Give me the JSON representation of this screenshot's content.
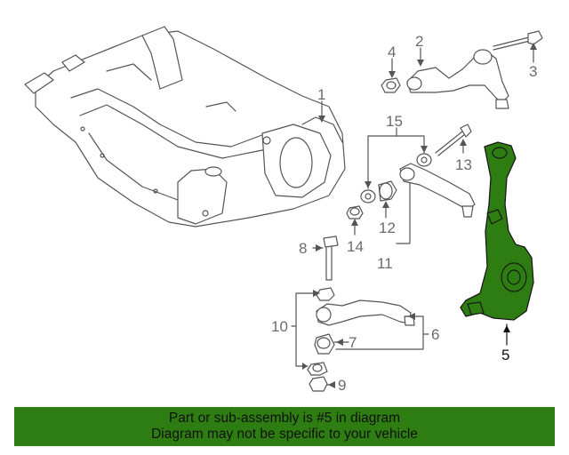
{
  "callouts": {
    "c1": "1",
    "c2": "2",
    "c3": "3",
    "c4": "4",
    "c5": "5",
    "c6": "6",
    "c7": "7",
    "c8": "8",
    "c9": "9",
    "c10": "10",
    "c11": "11",
    "c12": "12",
    "c13": "13",
    "c14": "14",
    "c15": "15"
  },
  "highlighted_part": "5",
  "colors": {
    "highlight": "#2e7d12",
    "banner_bg": "#2e7d12",
    "line": "#555555",
    "callout_text": "#6b6b6b"
  },
  "banner": {
    "line1": "Part or sub-assembly is #5 in diagram",
    "line2": "Diagram may not be specific to your vehicle"
  }
}
